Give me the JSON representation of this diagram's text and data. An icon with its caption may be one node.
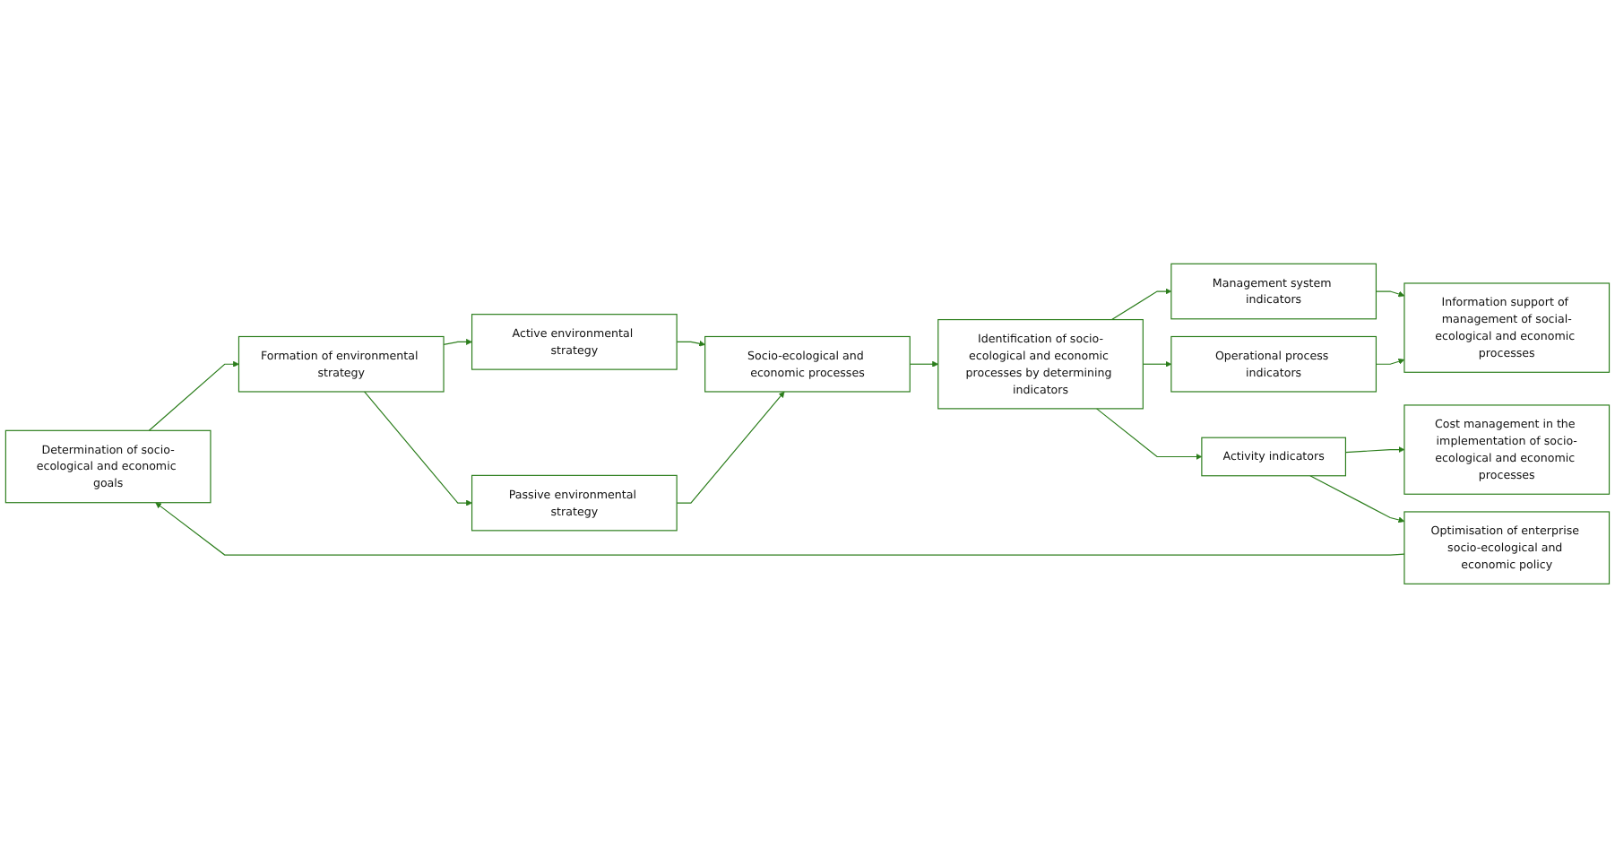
{
  "diagram": {
    "nodes": [
      {
        "text": [
          "Determination of socio-ecological and economic goals"
        ]
      },
      {
        "text": [
          "Formation of environmental strategy"
        ]
      },
      {
        "text": [
          "Active environmental strategy"
        ]
      },
      {
        "text": [
          "Passive environmental strategy"
        ]
      },
      {
        "text": [
          "Socio-ecological and economic processes"
        ]
      },
      {
        "text": [
          "Identification of socio-ecological and economic processes by determining indicators"
        ]
      },
      {
        "text": [
          "Management system indicators"
        ]
      },
      {
        "text": [
          "Operational process indicators"
        ]
      },
      {
        "text": [
          "Activity indicators"
        ]
      },
      {
        "text": [
          "Information support of management of social-ecological and economic processes"
        ]
      },
      {
        "text": [
          "Cost management in the implementation of socio-ecological and economic processes"
        ]
      },
      {
        "text": [
          "Optimisation of enterprise socio-ecological and economic policy"
        ]
      }
    ],
    "edges": [
      {
        "from": 0,
        "to": 1,
        "arrow": "to"
      },
      {
        "from": 1,
        "to": 2,
        "arrow": "to"
      },
      {
        "from": 1,
        "to": 3,
        "arrow": "to"
      },
      {
        "from": 2,
        "to": 4,
        "arrow": "to"
      },
      {
        "from": 3,
        "to": 4,
        "arrow": "to"
      },
      {
        "from": 4,
        "to": 5,
        "arrow": "to"
      },
      {
        "from": 5,
        "to": 6,
        "arrow": "to"
      },
      {
        "from": 5,
        "to": 7,
        "arrow": "to"
      },
      {
        "from": 5,
        "to": 8,
        "arrow": "to"
      },
      {
        "from": 6,
        "to": 9,
        "arrow": "to"
      },
      {
        "from": 7,
        "to": 9,
        "arrow": "to"
      },
      {
        "from": 8,
        "to": 10,
        "arrow": "to"
      },
      {
        "from": 8,
        "to": 11,
        "arrow": "to"
      },
      {
        "from": 11,
        "to": 0,
        "arrow": "to"
      }
    ]
  }
}
